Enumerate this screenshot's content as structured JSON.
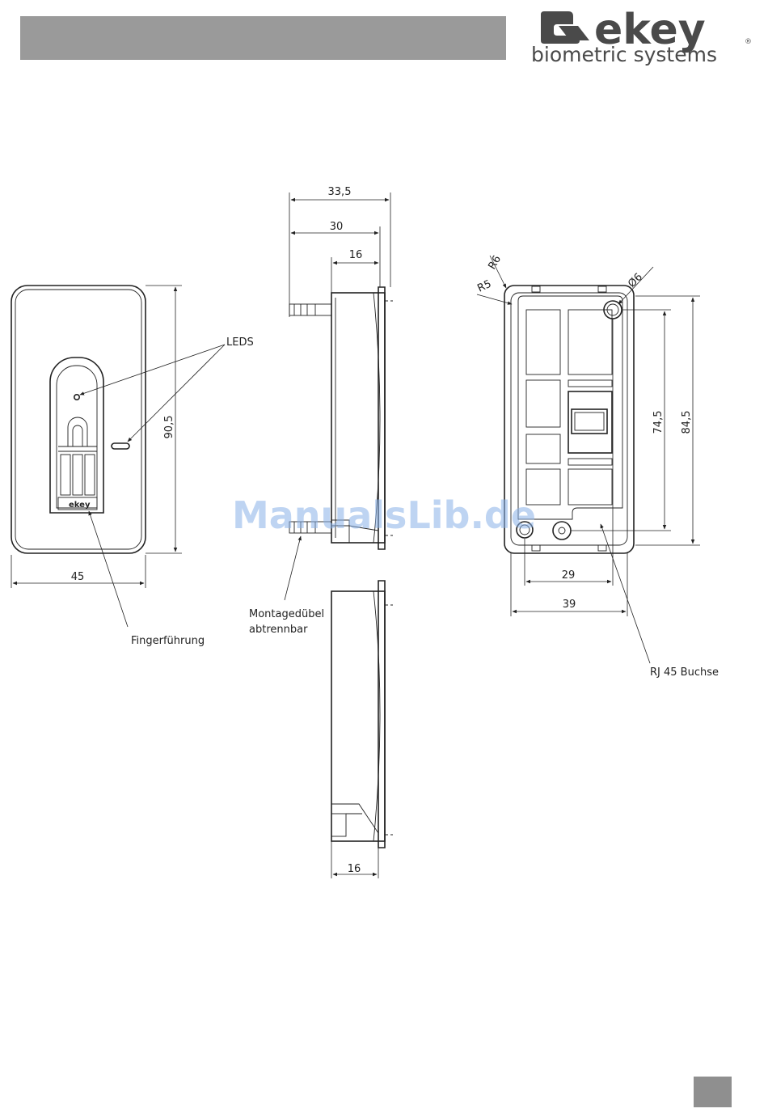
{
  "header": {
    "bar_color": "#9a9a9a"
  },
  "logo": {
    "brand": "ekey",
    "tagline": "biometric systems"
  },
  "front_view": {
    "width_dim": "45",
    "height_dim": "90,5",
    "leds_label": "LEDS",
    "finger_guide_label": "Fingerführung",
    "badge_text": "ekey"
  },
  "side_view": {
    "dim_total": "33,5",
    "dim_mid": "30",
    "dim_depth": "16",
    "dowel_label_line1": "Montagedübel",
    "dowel_label_line2": "abtrennbar"
  },
  "side_view_2": {
    "dim_depth": "16"
  },
  "back_view": {
    "r6": "R6",
    "r5": "R5",
    "dia": "Ø6",
    "dim_inner_height": "74,5",
    "dim_outer_height": "84,5",
    "dim_inner_width": "29",
    "dim_outer_width": "39",
    "rj45_label": "RJ 45 Buchse"
  },
  "watermark": "ManualsLib.de"
}
